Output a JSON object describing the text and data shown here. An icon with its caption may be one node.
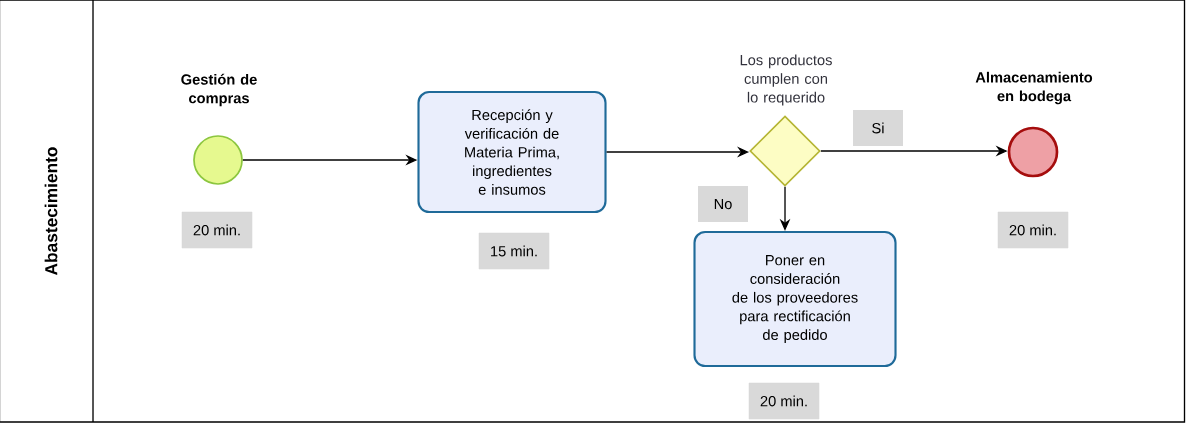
{
  "diagram": {
    "nodes": [
      {
        "text": [
          "Abastecimiento"
        ]
      },
      {
        "text": [
          "Gestión de compras"
        ],
        "beside": [
          "20 min."
        ],
        "in": 0
      },
      {
        "text": [
          "Recepción y verificación  de Materia Prima, ingredientes e insumos"
        ],
        "beside": [
          "15 min."
        ],
        "in": 0
      },
      {
        "text": [
          "Los productos cumplen con lo requerido"
        ],
        "in": 0
      },
      {
        "text": [
          "Poner en consideración de los proveedores para rectificación de pedido"
        ],
        "beside": [
          "20 min."
        ],
        "in": 0
      },
      {
        "text": [
          "Almacenamiento en bodega"
        ],
        "beside": [
          "20 min."
        ],
        "in": 0
      }
    ],
    "edges": [
      {
        "from": 1,
        "to": 2,
        "arrow": "to"
      },
      {
        "from": 2,
        "to": 3,
        "arrow": "to"
      },
      {
        "from": 3,
        "to": 5,
        "arrow": "to",
        "label": "Si"
      },
      {
        "from": 3,
        "to": 4,
        "arrow": "to",
        "label": "No"
      }
    ]
  }
}
